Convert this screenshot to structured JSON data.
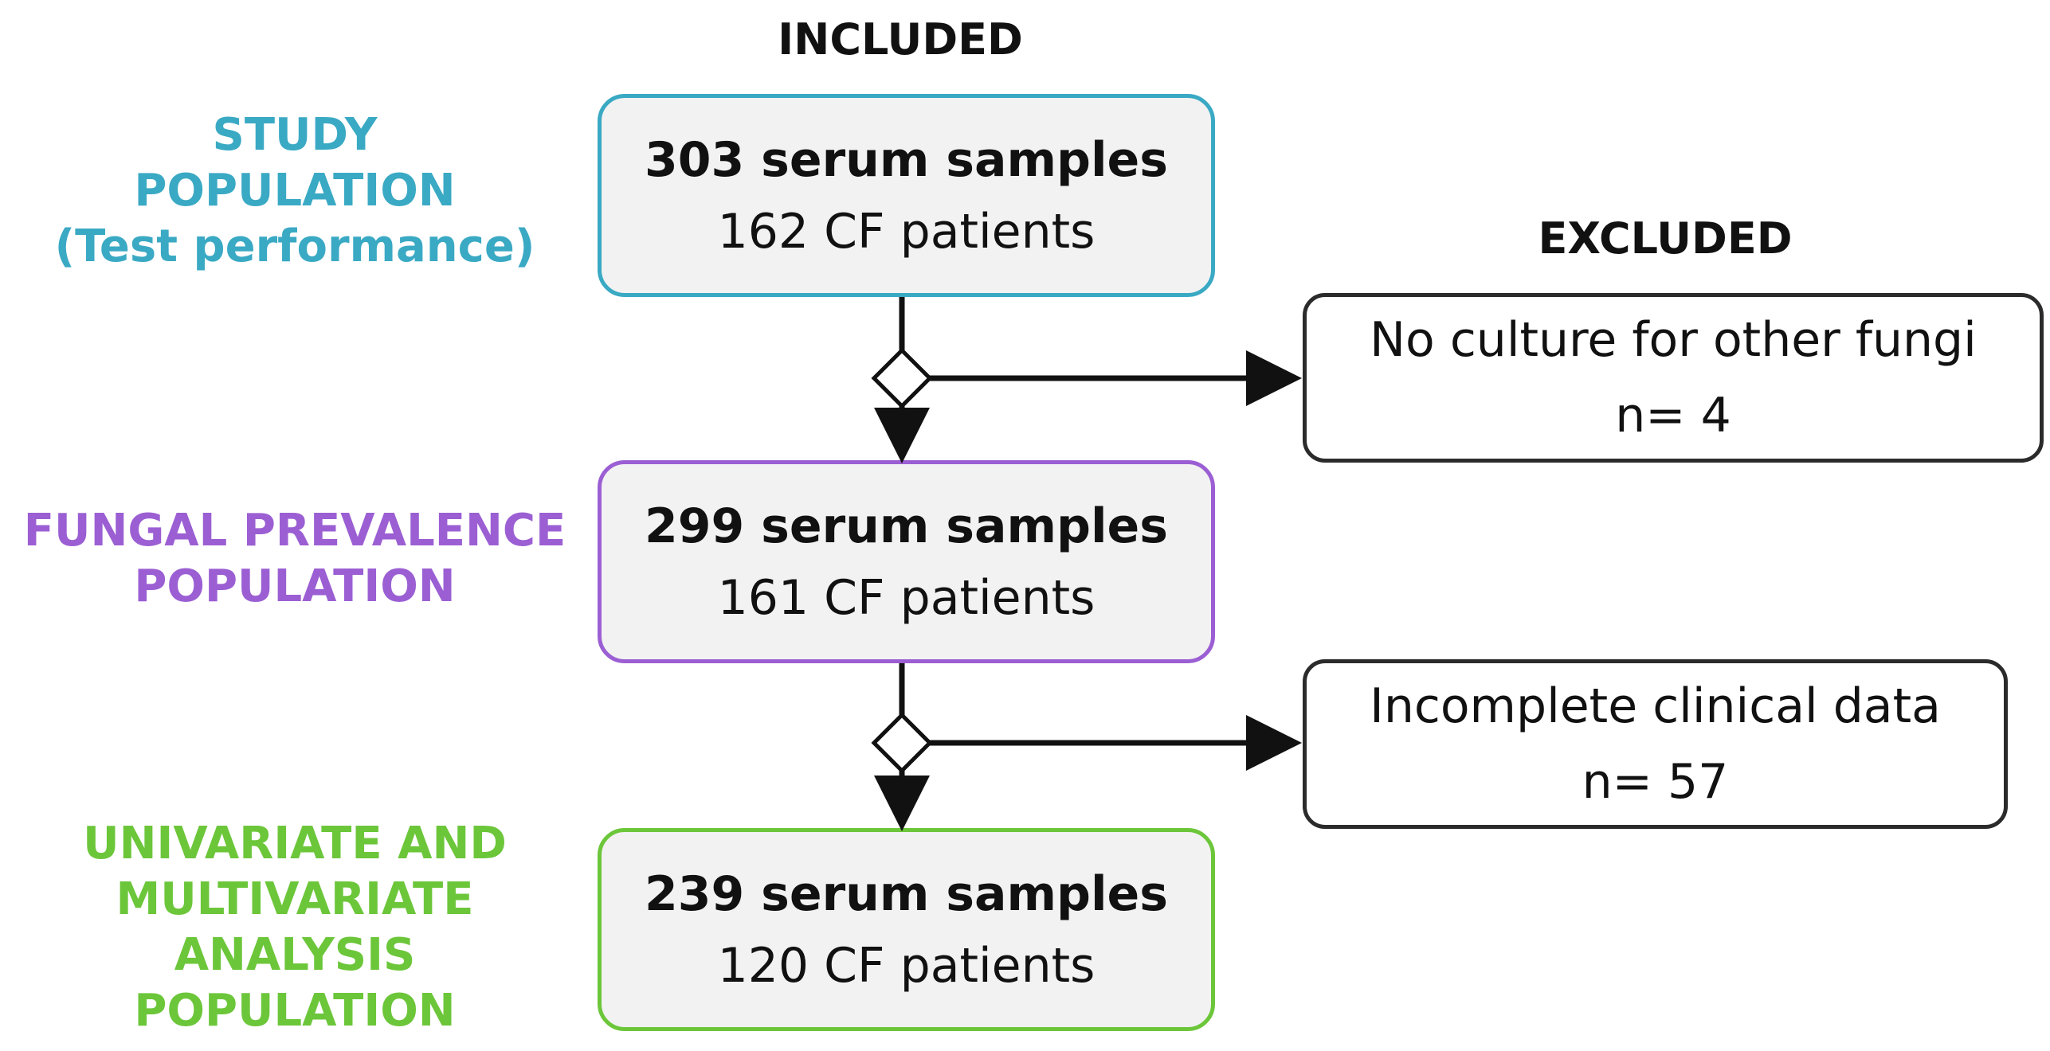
{
  "headers": {
    "included": "INCLUDED",
    "excluded": "EXCLUDED"
  },
  "colors": {
    "study": "#3aa9c4",
    "fungal": "#9b5fd3",
    "univariate": "#6cc63a",
    "excluded_border": "#2b2b2b",
    "arrow": "#111111"
  },
  "stages": {
    "study": {
      "label_lines": [
        "STUDY",
        "POPULATION",
        "(Test performance)"
      ],
      "samples": "303 serum samples",
      "patients": "162 CF patients"
    },
    "fungal": {
      "label_lines": [
        "FUNGAL PREVALENCE",
        "POPULATION"
      ],
      "samples": "299 serum samples",
      "patients": "161 CF patients"
    },
    "univariate": {
      "label_lines": [
        "UNIVARIATE AND",
        "MULTIVARIATE",
        "ANALYSIS",
        "POPULATION"
      ],
      "samples": "239 serum samples",
      "patients": "120 CF patients"
    }
  },
  "exclusions": [
    {
      "reason": "No culture for other fungi",
      "count": "n= 4"
    },
    {
      "reason": "Incomplete clinical data",
      "count": "n= 57"
    }
  ]
}
